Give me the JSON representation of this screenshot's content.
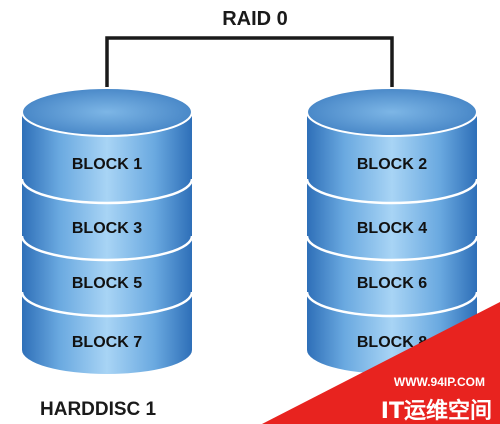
{
  "diagram": {
    "title": "RAID 0",
    "disks": [
      {
        "label": "HARDDISC 1",
        "blocks": [
          "BLOCK 1",
          "BLOCK 3",
          "BLOCK 5",
          "BLOCK 7"
        ]
      },
      {
        "label": "",
        "blocks": [
          "BLOCK 2",
          "BLOCK 4",
          "BLOCK 6",
          "BLOCK 8"
        ]
      }
    ]
  },
  "watermark": {
    "url": "WWW.94IP.COM",
    "name": "IT运维空间"
  },
  "colors": {
    "disk_body": "#3d7fc4",
    "disk_highlight": "#9fd0f4",
    "disk_top": "#5f9fd8",
    "connector": "#1a1a1a",
    "watermark": "#e8231f"
  }
}
